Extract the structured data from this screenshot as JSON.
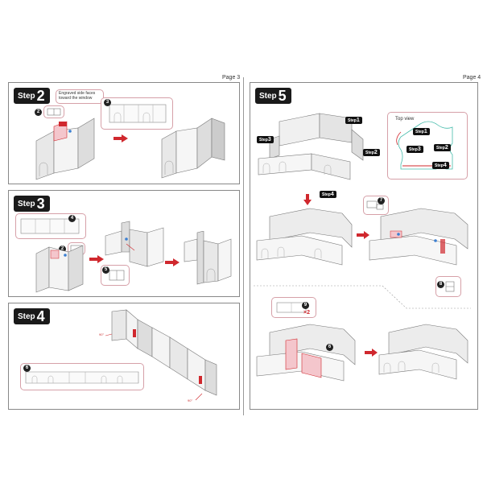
{
  "pages": {
    "left": "Page 3",
    "right": "Page 4"
  },
  "step2": {
    "label": "Step",
    "number": "2",
    "note": "Engraved side faces toward the window",
    "part_a": "2",
    "part_b": "3"
  },
  "step3": {
    "label": "Step",
    "number": "3",
    "part_a": "4",
    "part_b": "2",
    "part_c": "5"
  },
  "step4": {
    "label": "Step",
    "number": "4",
    "part_a": "6",
    "deg_a": "90°",
    "deg_b": "90°"
  },
  "step5": {
    "label": "Step",
    "number": "5",
    "top_view_title": "Top view",
    "tags": [
      {
        "label": "Step",
        "num": "1"
      },
      {
        "label": "Step",
        "num": "3"
      },
      {
        "label": "Step",
        "num": "2"
      },
      {
        "label": "Step",
        "num": "4"
      }
    ],
    "topview_tags": [
      {
        "label": "Step",
        "num": "1"
      },
      {
        "label": "Step",
        "num": "3"
      },
      {
        "label": "Step",
        "num": "2"
      },
      {
        "label": "Step",
        "num": "4"
      }
    ],
    "part_7": "7",
    "part_8": "8",
    "part_9": "9",
    "multiplier": "×2",
    "part_6": "6"
  },
  "colors": {
    "accent_red": "#d0282e",
    "pink": "#f4c6cc",
    "blue_pin": "#3b7fd1"
  }
}
